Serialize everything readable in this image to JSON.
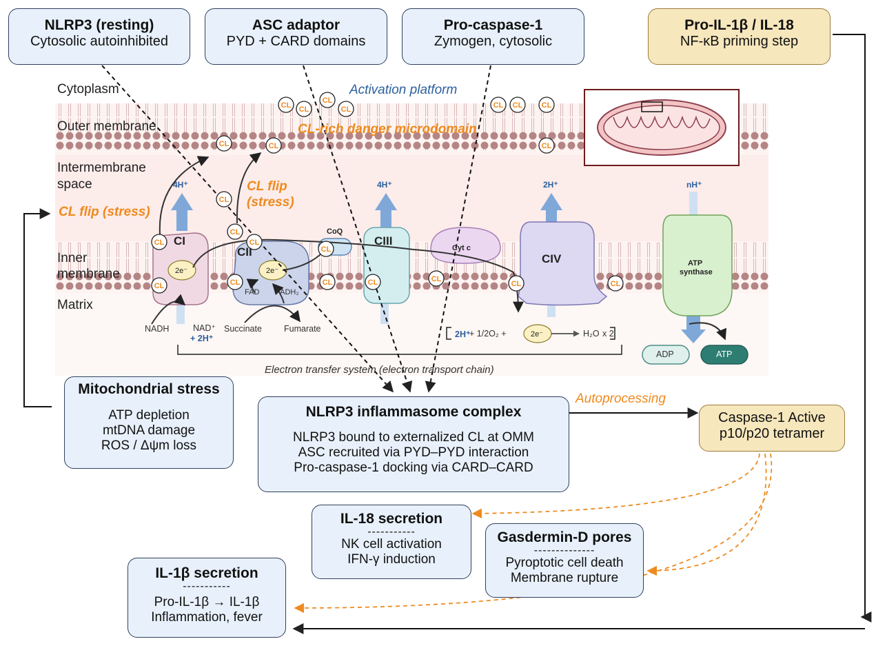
{
  "boxes": {
    "nlrp3_resting": {
      "title": "NLRP3 (resting)",
      "sub": "Cytosolic autoinhibited"
    },
    "asc": {
      "title": "ASC adaptor",
      "sub": "PYD + CARD domains"
    },
    "procasp": {
      "title": "Pro-caspase-1",
      "sub": "Zymogen, cytosolic"
    },
    "proil": {
      "title": "Pro-IL-1β / IL-18",
      "sub": "NF-κB priming step"
    },
    "stress": {
      "title": "Mitochondrial stress",
      "lines": [
        "ATP depletion",
        "mtDNA damage",
        "ROS / Δψm loss"
      ]
    },
    "complex": {
      "title": "NLRP3 inflammasome complex",
      "lines": [
        "NLRP3 bound to externalized CL at OMM",
        "ASC recruited via PYD–PYD interaction",
        "Pro-caspase-1 docking via CARD–CARD"
      ]
    },
    "casp_active": {
      "line1": "Caspase-1 Active",
      "line2": "p10/p20 tetramer"
    },
    "il18": {
      "title": "IL-18 secretion",
      "sep": "-----------",
      "lines": [
        "NK cell activation",
        "IFN-γ induction"
      ]
    },
    "gsdmd": {
      "title": "Gasdermin-D pores",
      "sep": "--------------",
      "lines": [
        "Pyroptotic cell death",
        "Membrane rupture"
      ]
    },
    "il1b": {
      "title": "IL-1β secretion",
      "sep": "-----------",
      "lines": [
        "Pro-IL-1β → IL-1β",
        "Inflammation, fever"
      ]
    }
  },
  "regions": {
    "cytoplasm": "Cytoplasm",
    "outer_membrane": "Outer membrane",
    "ims_1": "Intermembrane",
    "ims_2": "space",
    "inner_1": "Inner",
    "inner_2": "membrane",
    "matrix": "Matrix"
  },
  "annotations": {
    "activation_platform": "Activation platform",
    "cl_domain": "CL-rich danger microdomain",
    "cl_flip_stress": "CL flip (stress)",
    "cl_flip_1": "CL flip",
    "cl_flip_2": "(stress)",
    "autoprocessing": "Autoprocessing",
    "ets_caption": "Electron transfer system (electron transport chain)"
  },
  "complexes": {
    "ci": "CI",
    "cii": "CII",
    "ciii": "CIII",
    "civ": "CIV",
    "coq": "CoQ",
    "cytc": "Cyt c",
    "atp_synthase_1": "ATP",
    "atp_synthase_2": "synthase",
    "electron": "2e⁻"
  },
  "protons": {
    "ci": "4H⁺",
    "ciii": "4H⁺",
    "civ": "2H⁺",
    "atp": "nH⁺"
  },
  "metabolites": {
    "nadh": "NADH",
    "nad_1": "NAD⁺",
    "nad_2": "+ 2H⁺",
    "succinate": "Succinate",
    "fumarate": "Fumarate",
    "fad": "FAD",
    "fadh2": "FADH₂",
    "adp": "ADP",
    "atp": "ATP",
    "reaction_left": "2H⁺",
    "reaction_mid": " + 1/2O₂ +",
    "reaction_water": "H₂O",
    "reaction_times": "x 2"
  },
  "cl_label": "CL",
  "colors": {
    "orange": "#ee8a1e",
    "blue_text": "#2c5f9e",
    "membrane_head": "#b58585",
    "box_blue": "#e8f1fb",
    "box_gold": "#f7e7bd",
    "ims": "#fcecea"
  }
}
